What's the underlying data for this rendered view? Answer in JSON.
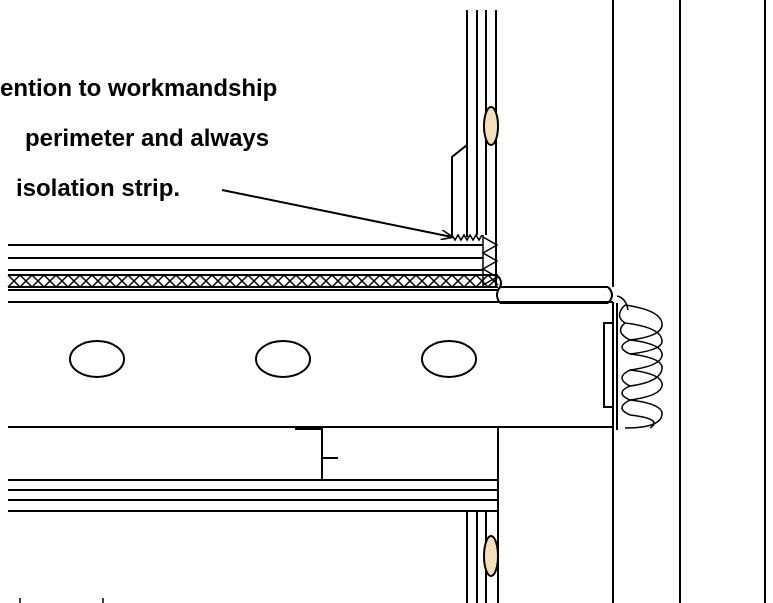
{
  "annotation": {
    "lines": [
      "ention to workmandship",
      "perimeter and always",
      "isolation strip."
    ]
  },
  "colors": {
    "line": "#000000",
    "background": "#ffffff",
    "fixing": "#f6dfb6"
  }
}
